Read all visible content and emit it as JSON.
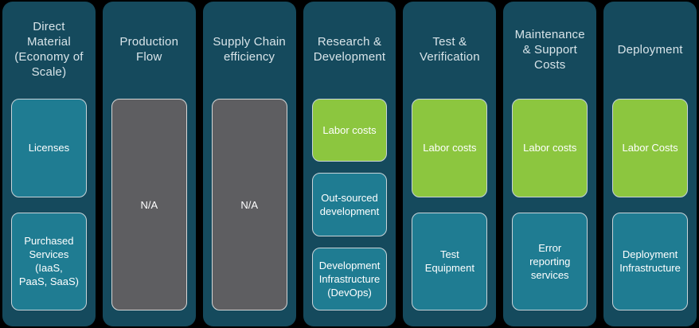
{
  "title": "Cost category breakdown diagram",
  "colors": {
    "page_background": "#000000",
    "column_background": "#154A5D",
    "teal_box": "#1F7C92",
    "green_box": "#8CC63F",
    "gray_box": "#5E5E61",
    "box_border": "#C8D4D9",
    "header_text": "#D8E4E9",
    "box_text": "#FFFFFF"
  },
  "columns": [
    {
      "id": "direct-material",
      "header": "Direct Material (Economy of Scale)",
      "header_lines": [
        "Direct",
        "Material",
        "(Economy of",
        "Scale)"
      ],
      "boxes": [
        {
          "id": "licenses",
          "type": "teal",
          "label": "Licenses",
          "label_lines": [
            "Licenses"
          ]
        },
        {
          "id": "purchased-services",
          "type": "teal",
          "label": "Purchased Services (IaaS, PaaS, SaaS)",
          "label_lines": [
            "Purchased",
            "Services (IaaS,",
            "PaaS, SaaS)"
          ]
        }
      ]
    },
    {
      "id": "production-flow",
      "header": "Production Flow",
      "header_lines": [
        "Production",
        "Flow"
      ],
      "boxes": [
        {
          "id": "production-flow-na",
          "type": "gray",
          "label": "N/A",
          "label_lines": [
            "N/A"
          ]
        }
      ]
    },
    {
      "id": "supply-chain-efficiency",
      "header": "Supply Chain efficiency",
      "header_lines": [
        "Supply Chain",
        "efficiency"
      ],
      "boxes": [
        {
          "id": "supply-chain-na",
          "type": "gray",
          "label": "N/A",
          "label_lines": [
            "N/A"
          ]
        }
      ]
    },
    {
      "id": "research-development",
      "header": "Research & Development",
      "header_lines": [
        "Research &",
        "Development"
      ],
      "boxes": [
        {
          "id": "rd-labor-costs",
          "type": "green",
          "label": "Labor costs",
          "label_lines": [
            "Labor costs"
          ]
        },
        {
          "id": "out-sourced-development",
          "type": "teal",
          "label": "Out-sourced development",
          "label_lines": [
            "Out-sourced",
            "development"
          ]
        },
        {
          "id": "development-infrastructure",
          "type": "teal",
          "label": "Development Infrastructure (DevOps)",
          "label_lines": [
            "Development",
            "Infrastructure",
            "(DevOps)"
          ]
        }
      ]
    },
    {
      "id": "test-verification",
      "header": "Test & Verification",
      "header_lines": [
        "Test &",
        "Verification"
      ],
      "boxes": [
        {
          "id": "test-labor-costs",
          "type": "green",
          "label": "Labor costs",
          "label_lines": [
            "Labor costs"
          ]
        },
        {
          "id": "test-equipment",
          "type": "teal",
          "label": "Test Equipment",
          "label_lines": [
            "Test",
            "Equipment"
          ]
        }
      ]
    },
    {
      "id": "maintenance-support-costs",
      "header": "Maintenance & Support Costs",
      "header_lines": [
        "Maintenance",
        "& Support",
        "Costs"
      ],
      "boxes": [
        {
          "id": "maintenance-labor-costs",
          "type": "green",
          "label": "Labor costs",
          "label_lines": [
            "Labor costs"
          ]
        },
        {
          "id": "error-reporting-services",
          "type": "teal",
          "label": "Error reporting services",
          "label_lines": [
            "Error",
            "reporting",
            "services"
          ]
        }
      ]
    },
    {
      "id": "deployment",
      "header": "Deployment",
      "header_lines": [
        "Deployment"
      ],
      "boxes": [
        {
          "id": "deployment-labor-costs",
          "type": "green",
          "label": "Labor Costs",
          "label_lines": [
            "Labor Costs"
          ]
        },
        {
          "id": "deployment-infrastructure",
          "type": "teal",
          "label": "Deployment Infrastructure",
          "label_lines": [
            "Deployment",
            "Infrastructure"
          ]
        }
      ]
    }
  ]
}
